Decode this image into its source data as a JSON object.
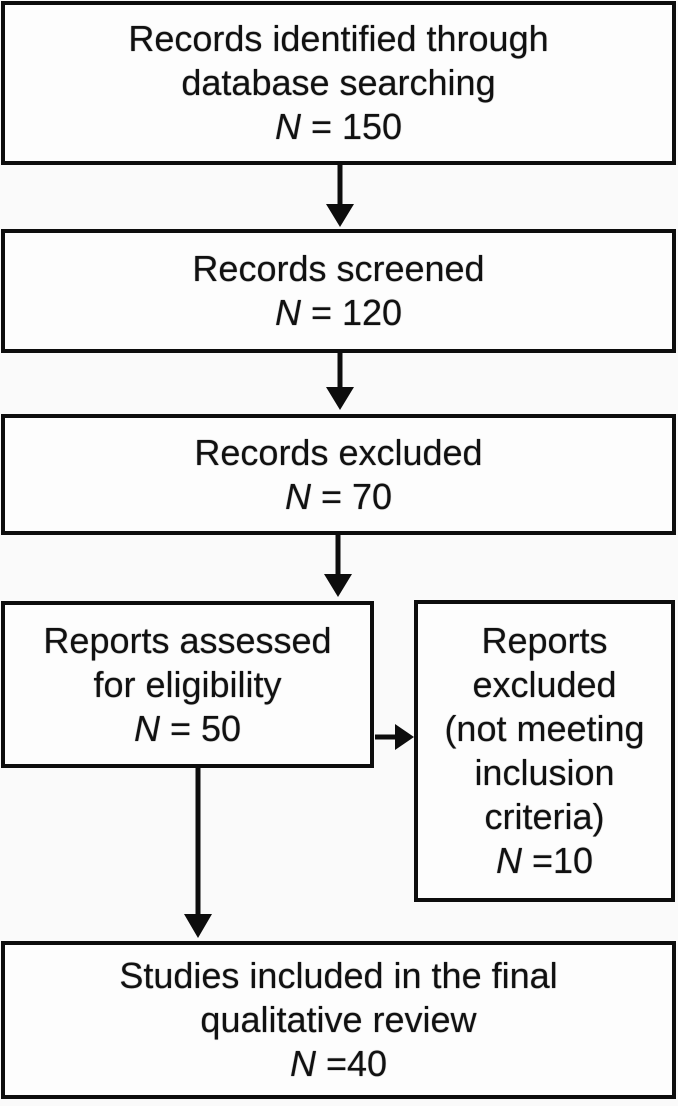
{
  "diagram_type": "flowchart",
  "colors": {
    "border": "#0d0d0d",
    "text": "#111111",
    "background": "#fafafa",
    "box_fill": "#fdfdfd"
  },
  "boxes": {
    "identified": {
      "lines": [
        "Records identified through",
        "database searching"
      ],
      "n_text": "N = 150"
    },
    "screened": {
      "lines": [
        "Records screened"
      ],
      "n_text": "N = 120"
    },
    "excluded": {
      "lines": [
        "Records excluded"
      ],
      "n_text": "N = 70"
    },
    "assessed": {
      "lines": [
        "Reports assessed",
        "for eligibility"
      ],
      "n_text": "N = 50"
    },
    "reports_excluded": {
      "lines": [
        "Reports",
        "excluded",
        "(not meeting",
        "inclusion",
        "criteria)"
      ],
      "n_text": "N =10"
    },
    "included": {
      "lines": [
        "Studies included in the final",
        "qualitative review"
      ],
      "n_text": "N =40"
    }
  },
  "edges": [
    {
      "from": "identified",
      "to": "screened",
      "direction": "down"
    },
    {
      "from": "screened",
      "to": "excluded",
      "direction": "down"
    },
    {
      "from": "excluded",
      "to": "assessed",
      "direction": "down"
    },
    {
      "from": "assessed",
      "to": "reports_excluded",
      "direction": "right"
    },
    {
      "from": "assessed",
      "to": "included",
      "direction": "down"
    }
  ]
}
